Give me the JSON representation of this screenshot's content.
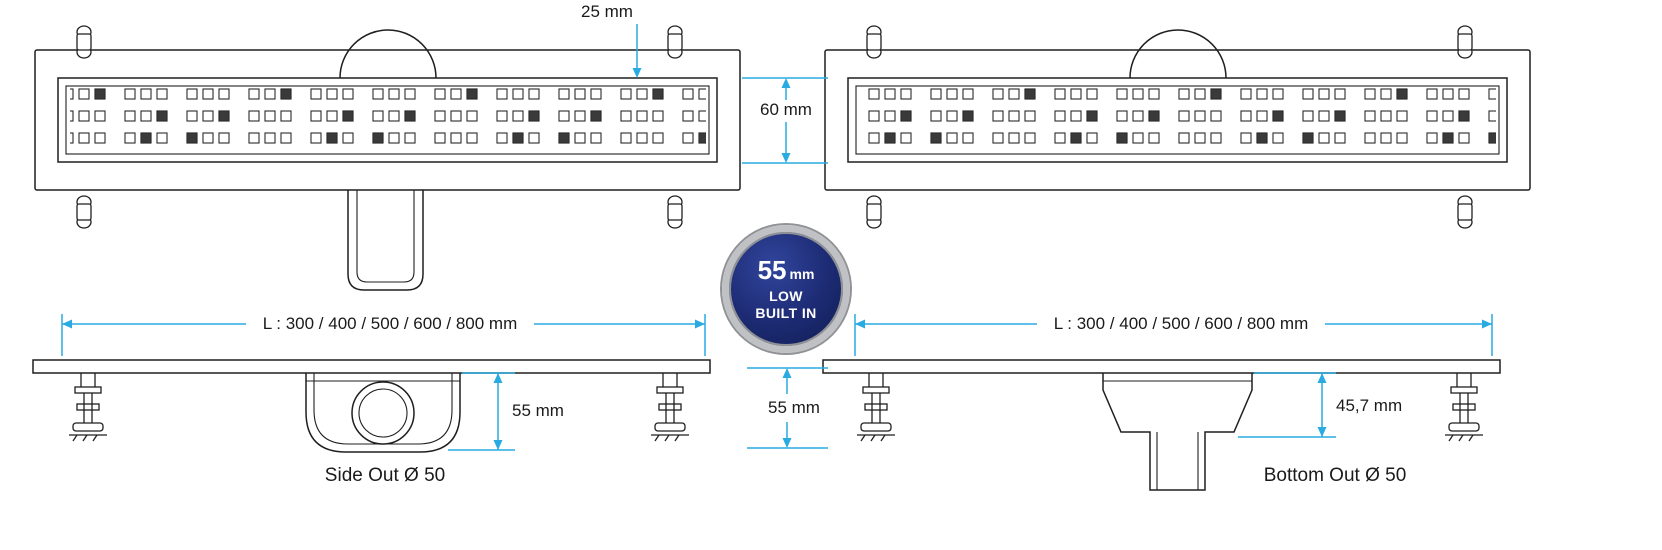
{
  "top_views": {
    "dim_offset": "25 mm",
    "dim_width": "60 mm"
  },
  "badge": {
    "value": "55",
    "unit": "mm",
    "line1": "LOW",
    "line2": "BUILT IN"
  },
  "left_side_view": {
    "dim_length": "L : 300 / 400 / 500 / 600 / 800 mm",
    "dim_height": "55 mm",
    "caption": "Side Out Ø 50"
  },
  "center": {
    "dim_height": "55 mm"
  },
  "right_side_view": {
    "dim_length": "L : 300 / 400 / 500 / 600 / 800 mm",
    "dim_height": "45,7 mm",
    "caption": "Bottom Out Ø 50"
  },
  "colors": {
    "dimension_line": "#29abe2",
    "drawing_line": "#1f1f1f",
    "badge_background": "#1c2a72",
    "badge_ring": "#bfc1c4"
  }
}
